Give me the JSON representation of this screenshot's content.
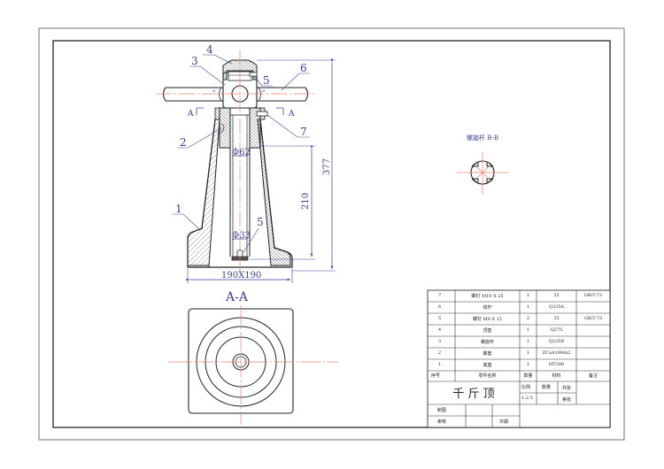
{
  "drawing": {
    "title": "千 斤 顶",
    "section_label": "A-A",
    "detail_label": "螺旋杆 B-B",
    "cut_label_left": "A",
    "cut_label_right": "A",
    "small_marks": [
      "a",
      "a"
    ],
    "balloons": [
      {
        "id": "1",
        "text": "1"
      },
      {
        "id": "2",
        "text": "2"
      },
      {
        "id": "3",
        "text": "3"
      },
      {
        "id": "4",
        "text": "4"
      },
      {
        "id": "5a",
        "text": "5"
      },
      {
        "id": "5b",
        "text": "5"
      },
      {
        "id": "6",
        "text": "6"
      },
      {
        "id": "7",
        "text": "7"
      }
    ],
    "dimensions": {
      "overall_height": "377",
      "screw_travel": "210",
      "bore_top": "Φ62",
      "bore_bottom": "Φ33",
      "base": "190X190"
    },
    "colors": {
      "outline": "#222222",
      "dimension": "#3a3f9a",
      "centerline": "#f08070",
      "frame": "#777777"
    }
  },
  "bom": {
    "header": {
      "no": "序号",
      "name": "零件名称",
      "qty": "数量",
      "material": "材料",
      "remark": "备注"
    },
    "rows": [
      {
        "no": "7",
        "name": "螺钉 M10 X 25",
        "qty": "1",
        "material": "35",
        "remark": "GB/T-73"
      },
      {
        "no": "6",
        "name": "绞杆",
        "qty": "1",
        "material": "Q235A",
        "remark": ""
      },
      {
        "no": "5",
        "name": "螺钉 M8 X 15",
        "qty": "2",
        "material": "35",
        "remark": "GB/T-73"
      },
      {
        "no": "4",
        "name": "顶垫",
        "qty": "1",
        "material": "Q275",
        "remark": ""
      },
      {
        "no": "3",
        "name": "螺旋杆",
        "qty": "1",
        "material": "Q235B",
        "remark": ""
      },
      {
        "no": "2",
        "name": "螺套",
        "qty": "1",
        "material": "ZCuA19Mn2",
        "remark": ""
      },
      {
        "no": "1",
        "name": "底座",
        "qty": "1",
        "material": "HT200",
        "remark": ""
      }
    ]
  },
  "title_block": {
    "title": "千 斤 顶",
    "scale_label": "比例",
    "scale_value": "1:2.5",
    "qty_label": "数量",
    "sheets_total": "共张",
    "sheet_no": "第张",
    "drawn_by": "制图",
    "checked_by": "审核",
    "date": "日期"
  }
}
